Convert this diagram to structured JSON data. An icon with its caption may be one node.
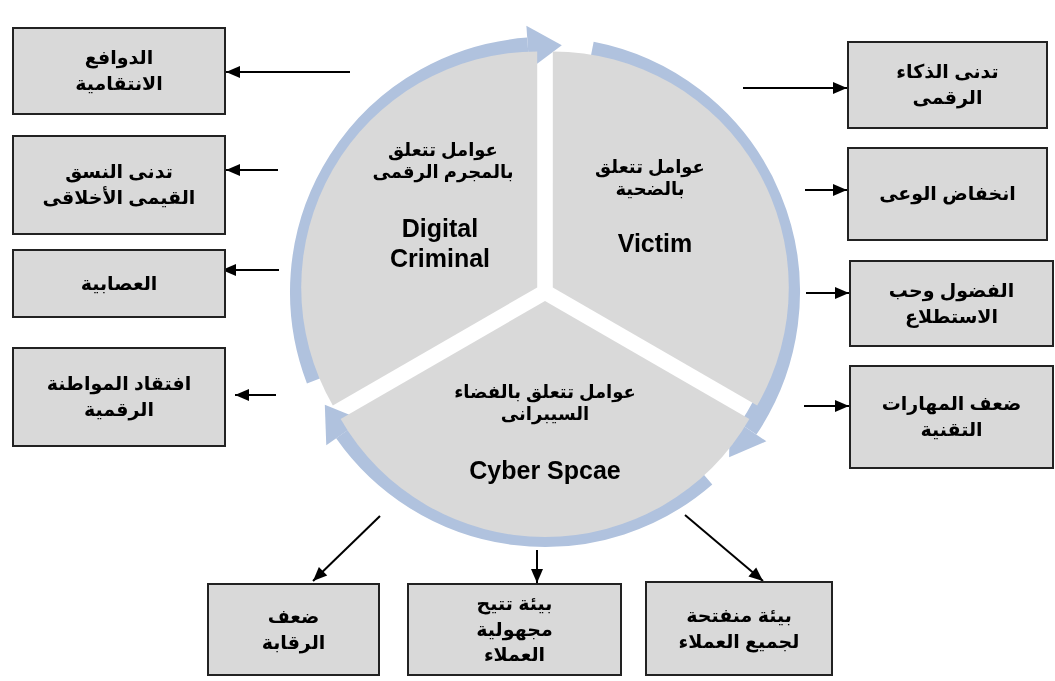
{
  "diagram": {
    "nodes": [
      {
        "text": [
          "عوامل تتعلق بالمجرم الرقمى",
          "Digital Criminal"
        ]
      },
      {
        "text": [
          "عوامل تتعلق بالضحية",
          "Victim"
        ]
      },
      {
        "text": [
          "عوامل تتعلق بالفضاء السيبرانى",
          "Cyber Spcae"
        ]
      },
      {
        "text": [
          "الدوافع الانتقامية"
        ]
      },
      {
        "text": [
          "تدنى النسق القيمى الأخلاقى"
        ]
      },
      {
        "text": [
          "العصابية"
        ]
      },
      {
        "text": [
          "افتقاد المواطنة الرقمية"
        ]
      },
      {
        "text": [
          "تدنى الذكاء الرقمى"
        ]
      },
      {
        "text": [
          "انخفاض الوعى"
        ]
      },
      {
        "text": [
          "الفضول وحب الاستطلاع"
        ]
      },
      {
        "text": [
          "ضعف المهارات التقنية"
        ]
      },
      {
        "text": [
          "ضعف الرقابة"
        ]
      },
      {
        "text": [
          "بيئة تتيح مجهولية العملاء"
        ]
      },
      {
        "text": [
          "بيئة منفتحة لجميع العملاء"
        ]
      }
    ],
    "edges": [
      {
        "from": 0,
        "to": 1,
        "arrow": "to",
        "style": "thick",
        "color": "#b0c2de"
      },
      {
        "from": 1,
        "to": 2,
        "arrow": "to",
        "style": "thick",
        "color": "#b0c2de"
      },
      {
        "from": 2,
        "to": 0,
        "arrow": "to",
        "style": "thick",
        "color": "#b0c2de"
      },
      {
        "from": 0,
        "to": 3,
        "arrow": "to"
      },
      {
        "from": 0,
        "to": 4,
        "arrow": "to"
      },
      {
        "from": 0,
        "to": 5,
        "arrow": "to"
      },
      {
        "from": 0,
        "to": 6,
        "arrow": "to"
      },
      {
        "from": 1,
        "to": 7,
        "arrow": "to"
      },
      {
        "from": 1,
        "to": 8,
        "arrow": "to"
      },
      {
        "from": 1,
        "to": 9,
        "arrow": "to"
      },
      {
        "from": 1,
        "to": 10,
        "arrow": "to"
      },
      {
        "from": 2,
        "to": 11,
        "arrow": "to"
      },
      {
        "from": 2,
        "to": 12,
        "arrow": "to"
      },
      {
        "from": 2,
        "to": 13,
        "arrow": "to"
      }
    ]
  }
}
